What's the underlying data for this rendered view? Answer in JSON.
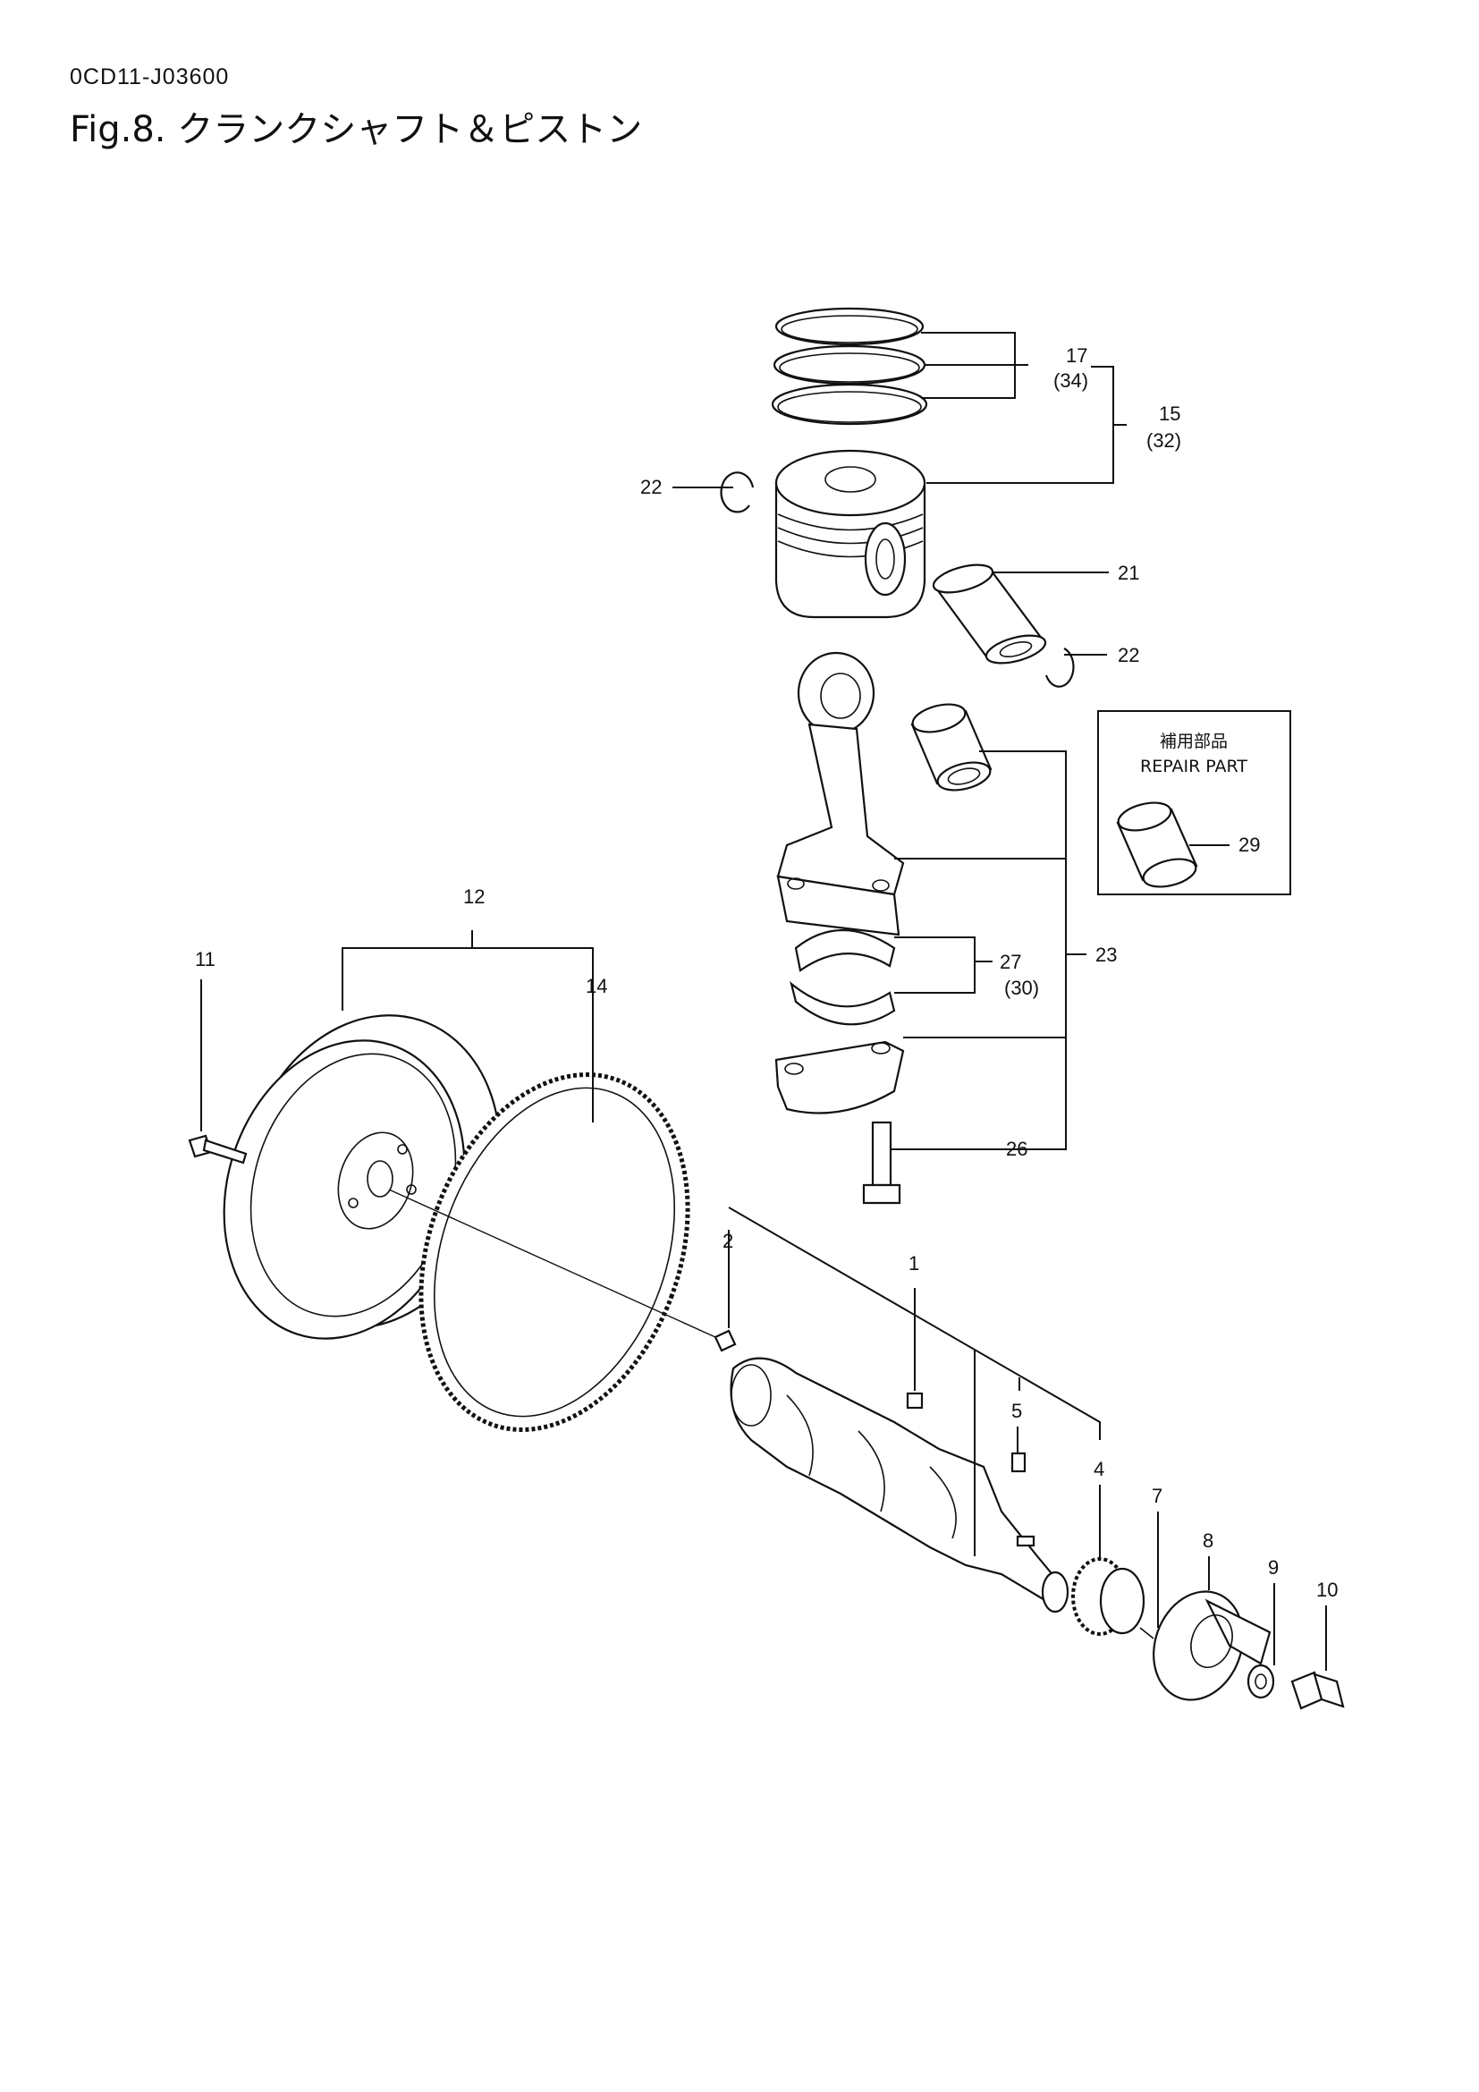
{
  "header": {
    "code": "0CD11-J03600",
    "title": "Fig.8.  クランクシャフト＆ピストン"
  },
  "repair_box": {
    "title_jp": "補用部品",
    "title_en": "REPAIR PART"
  },
  "callouts": {
    "c1": "1",
    "c2": "2",
    "c4": "4",
    "c5": "5",
    "c7": "7",
    "c8": "8",
    "c9": "9",
    "c10": "10",
    "c11": "11",
    "c12": "12",
    "c14": "14",
    "c15": "15",
    "c15b": "(32)",
    "c17": "17",
    "c17b": "(34)",
    "c21": "21",
    "c22a": "22",
    "c22b": "22",
    "c23": "23",
    "c26": "26",
    "c27": "27",
    "c27b": "(30)",
    "c29": "29"
  }
}
